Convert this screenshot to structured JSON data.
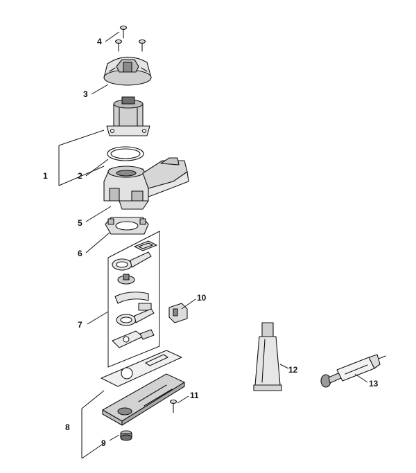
{
  "diagram": {
    "colors": {
      "line": "#111111",
      "part_fill": "#dcdcdc",
      "part_dark": "#8a8a8a",
      "background": "#ffffff"
    },
    "callouts": {
      "c1": "1",
      "c2": "2",
      "c3": "3",
      "c4": "4",
      "c5": "5",
      "c6": "6",
      "c7": "7",
      "c8": "8",
      "c9": "9",
      "c10": "10",
      "c11": "11",
      "c12": "12",
      "c13": "13"
    }
  }
}
